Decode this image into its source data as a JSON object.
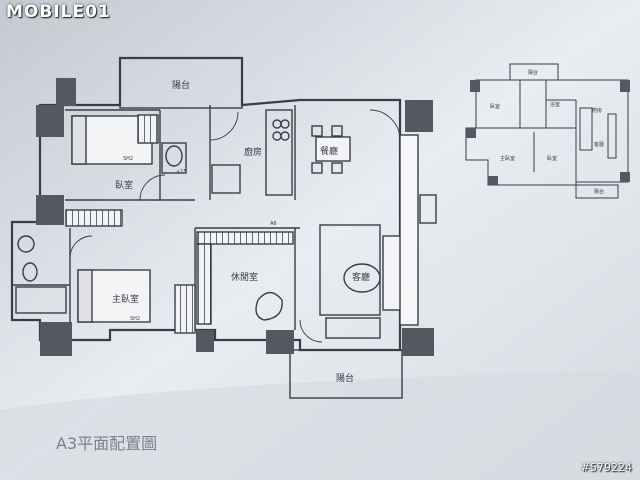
{
  "watermark": {
    "logo": "MOBILE01",
    "photo_id": "#579224"
  },
  "sheet": {
    "caption": "A3平面配置圖",
    "rooms": {
      "balcony_top": "陽台",
      "bedroom_top": "臥室",
      "kitchen": "廚房",
      "dining": "餐廳",
      "master_bedroom": "主臥室",
      "study": "休閒室",
      "living": "客廳",
      "balcony_bottom": "陽台"
    },
    "marks": {
      "size_1": "SH2",
      "size_2": "+15",
      "size_3": "SH2",
      "size_4": "A6"
    }
  },
  "thumbnail": {
    "rooms": [
      "陽台",
      "臥室",
      "浴室",
      "廚房",
      "主臥室",
      "臥室",
      "客廳",
      "陽台"
    ]
  },
  "colors": {
    "paper": "#eef0f3",
    "ink": "#3b3d45",
    "fill": "#55585f",
    "background": "#c7ccd4"
  }
}
